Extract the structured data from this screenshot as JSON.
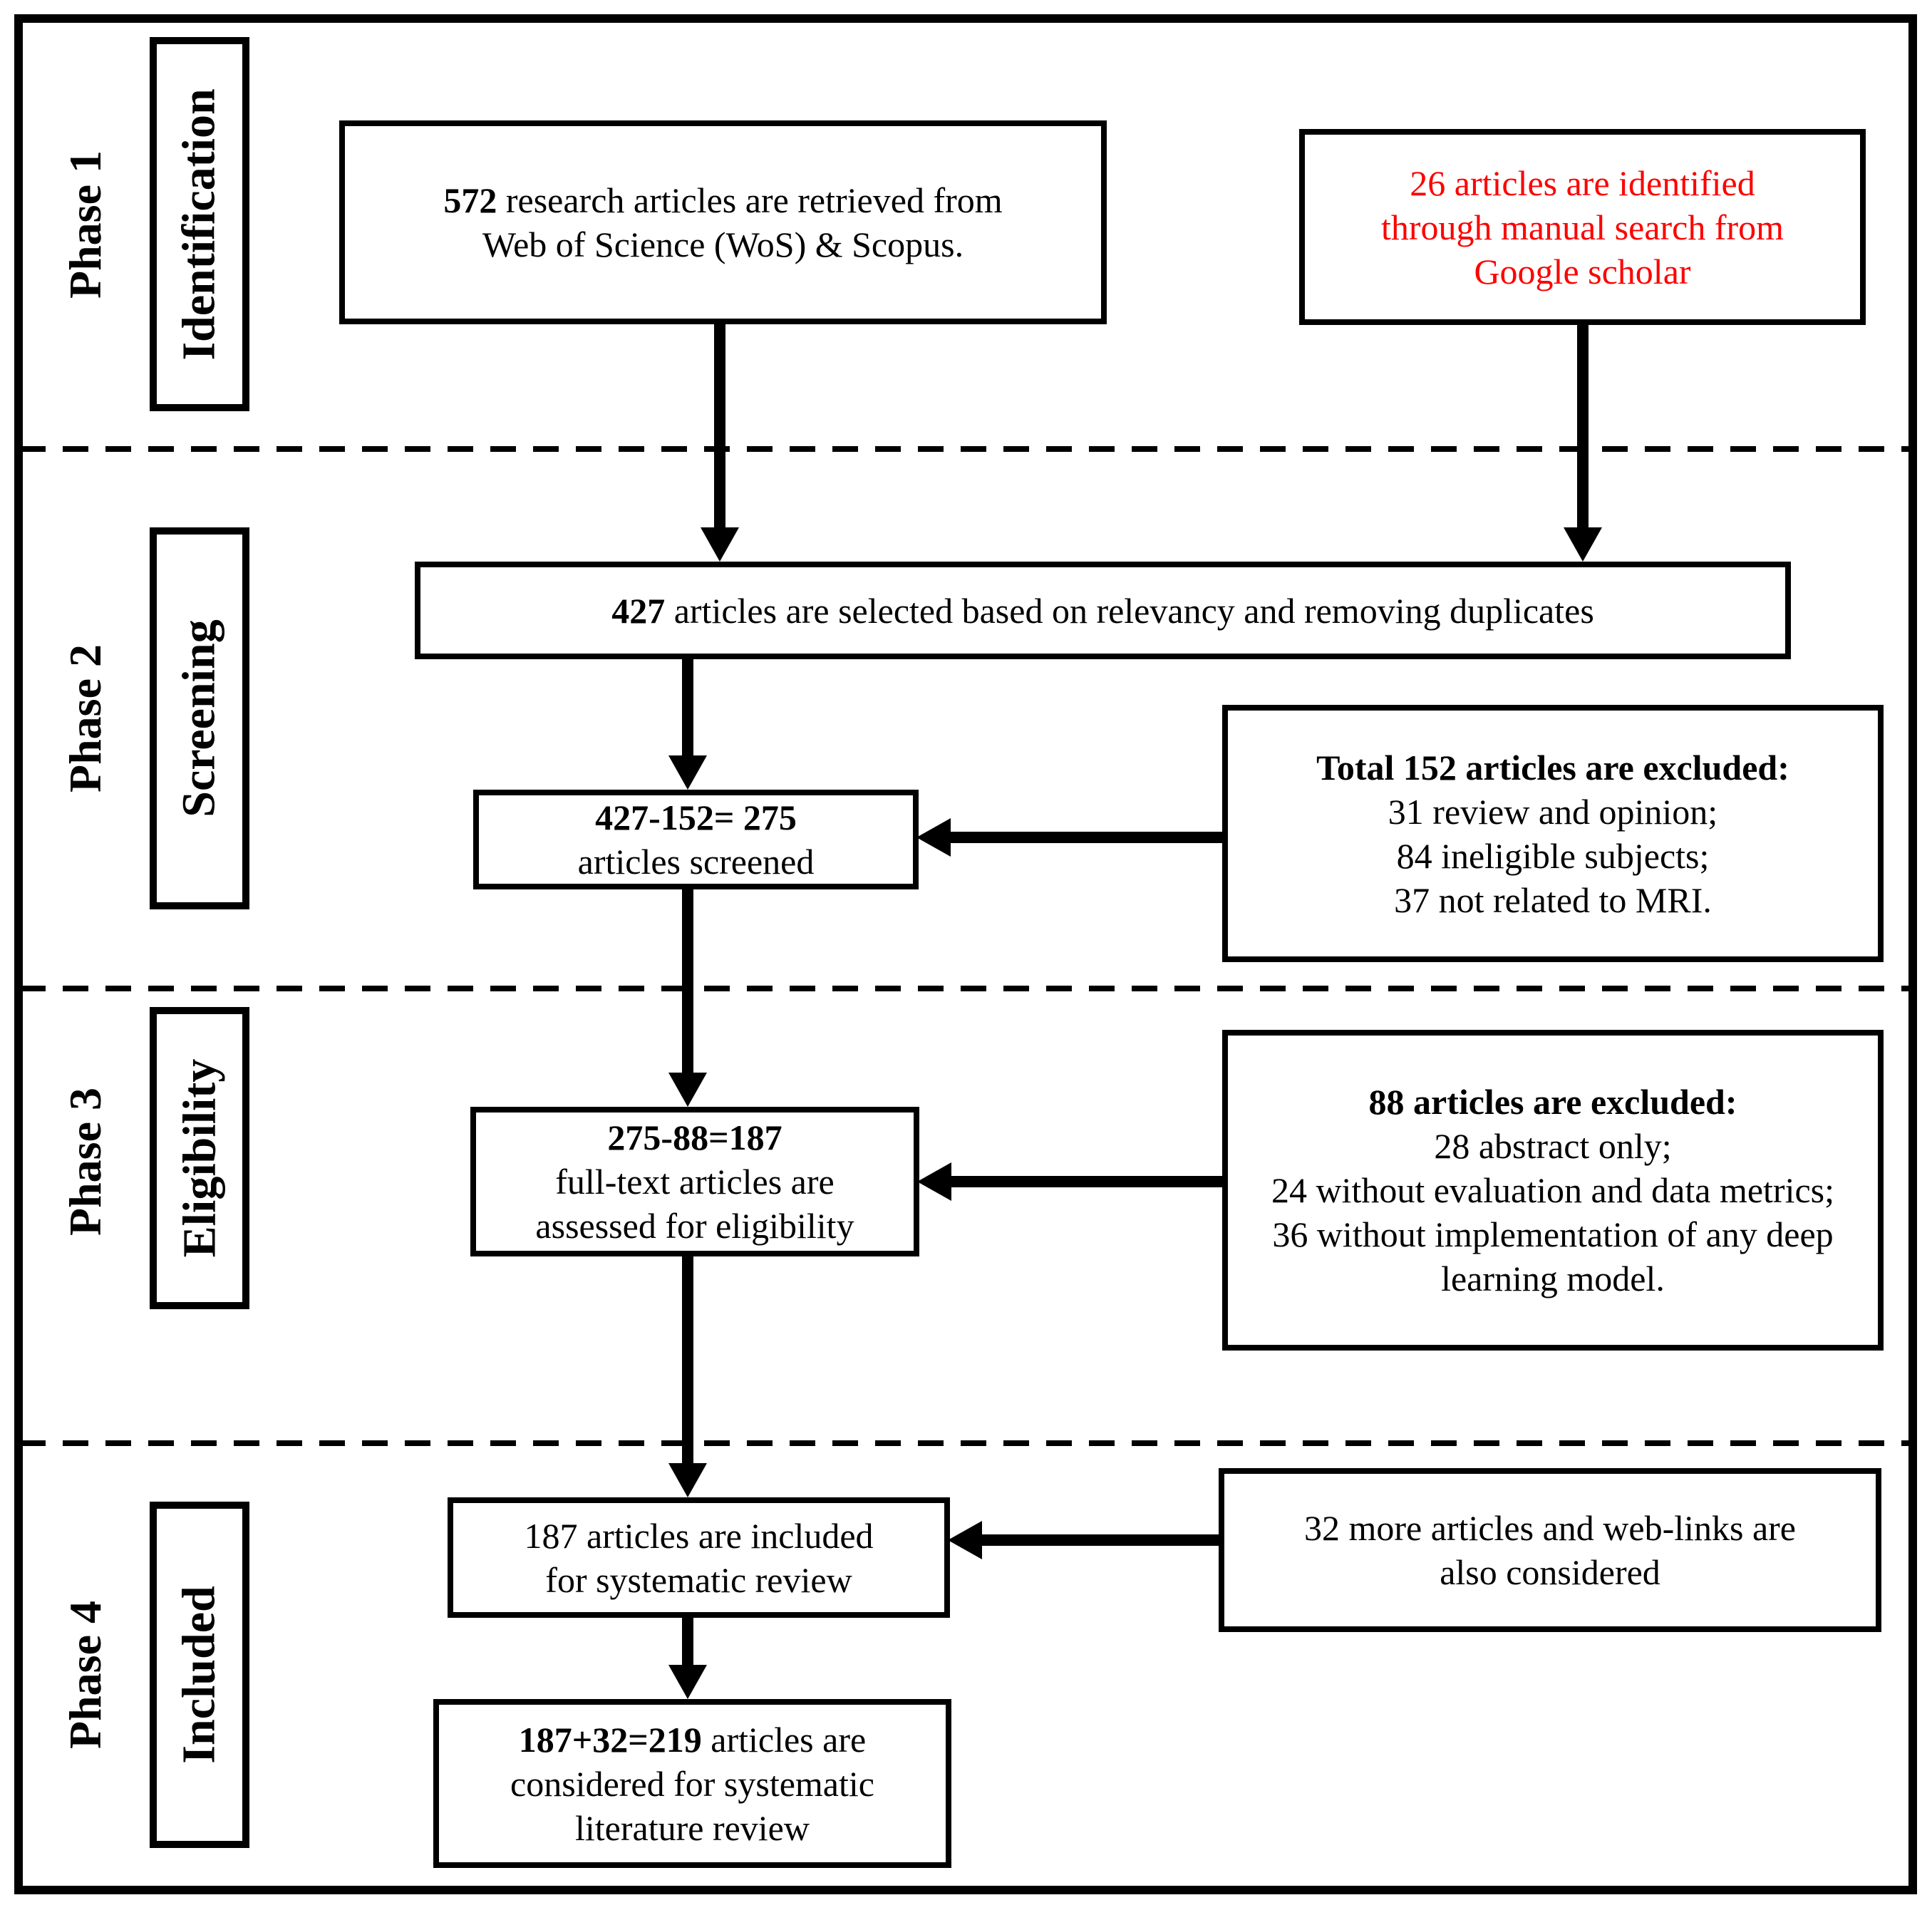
{
  "palette": {
    "foreground": "#000000",
    "background": "#ffffff",
    "highlight_text": "#fe0000"
  },
  "phases": [
    {
      "phase": "Phase 1",
      "label": "Identification"
    },
    {
      "phase": "Phase 2",
      "label": "Screening"
    },
    {
      "phase": "Phase 3",
      "label": "Eligibility"
    },
    {
      "phase": "Phase 4",
      "label": "Included"
    }
  ],
  "boxes": {
    "retrieved": {
      "line1_bold": "572",
      "line1_rest": " research articles are retrieved from",
      "line2": "Web of Science (WoS) & Scopus."
    },
    "google": {
      "lines": [
        "26 articles are identified",
        "through manual search from",
        "Google scholar"
      ]
    },
    "selected": {
      "bold": "427",
      "rest": " articles are selected based on relevancy and removing duplicates"
    },
    "screened": {
      "line1": "427-152= 275",
      "line2": "articles screened"
    },
    "excluded1": {
      "title": "Total 152 articles are excluded:",
      "items": [
        "31 review and opinion;",
        "84 ineligible subjects;",
        "37 not related to MRI."
      ]
    },
    "eligibility": {
      "line1": "275-88=187",
      "line2": "full-text articles are",
      "line3": "assessed for eligibility"
    },
    "excluded2": {
      "title": "88 articles are excluded:",
      "items": [
        "28 abstract only;",
        "24 without evaluation and data metrics;",
        "36 without implementation of any deep learning model."
      ]
    },
    "included": {
      "line1": "187 articles are included",
      "line2": "for systematic review"
    },
    "more": {
      "line1": "32 more articles and web-links are",
      "line2": "also considered"
    },
    "final": {
      "bold": "187+32=219",
      "rest": " articles are",
      "line2": "considered for systematic",
      "line3": "literature review"
    }
  }
}
